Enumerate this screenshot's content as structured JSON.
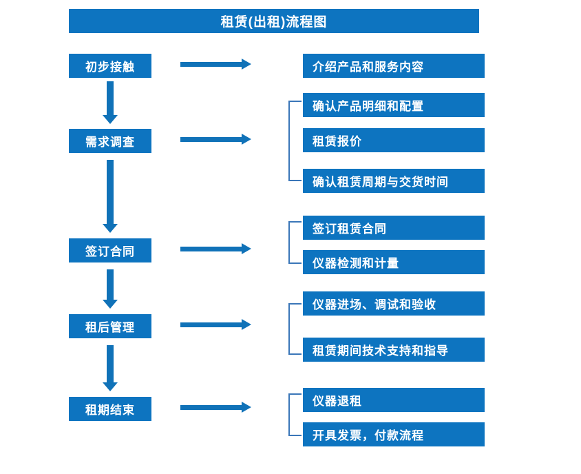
{
  "diagram": {
    "title": "租赁(出租)流程图",
    "accent_color": "#0d74c0",
    "arrow_color": "#1072b8",
    "bracket_color": "#3a76b8",
    "stages": [
      {
        "label": "初步接触",
        "details": [
          "介绍产品和服务内容"
        ]
      },
      {
        "label": "需求调查",
        "details": [
          "确认产品明细和配置",
          "租赁报价",
          "确认租赁周期与交货时间"
        ]
      },
      {
        "label": "签订合同",
        "details": [
          "签订租赁合同",
          "仪器检测和计量"
        ]
      },
      {
        "label": "租后管理",
        "details": [
          "仪器进场、调试和验收",
          "租赁期间技术支持和指导"
        ]
      },
      {
        "label": "租期结束",
        "details": [
          "仪器退租",
          "开具发票，付款流程"
        ]
      }
    ]
  }
}
